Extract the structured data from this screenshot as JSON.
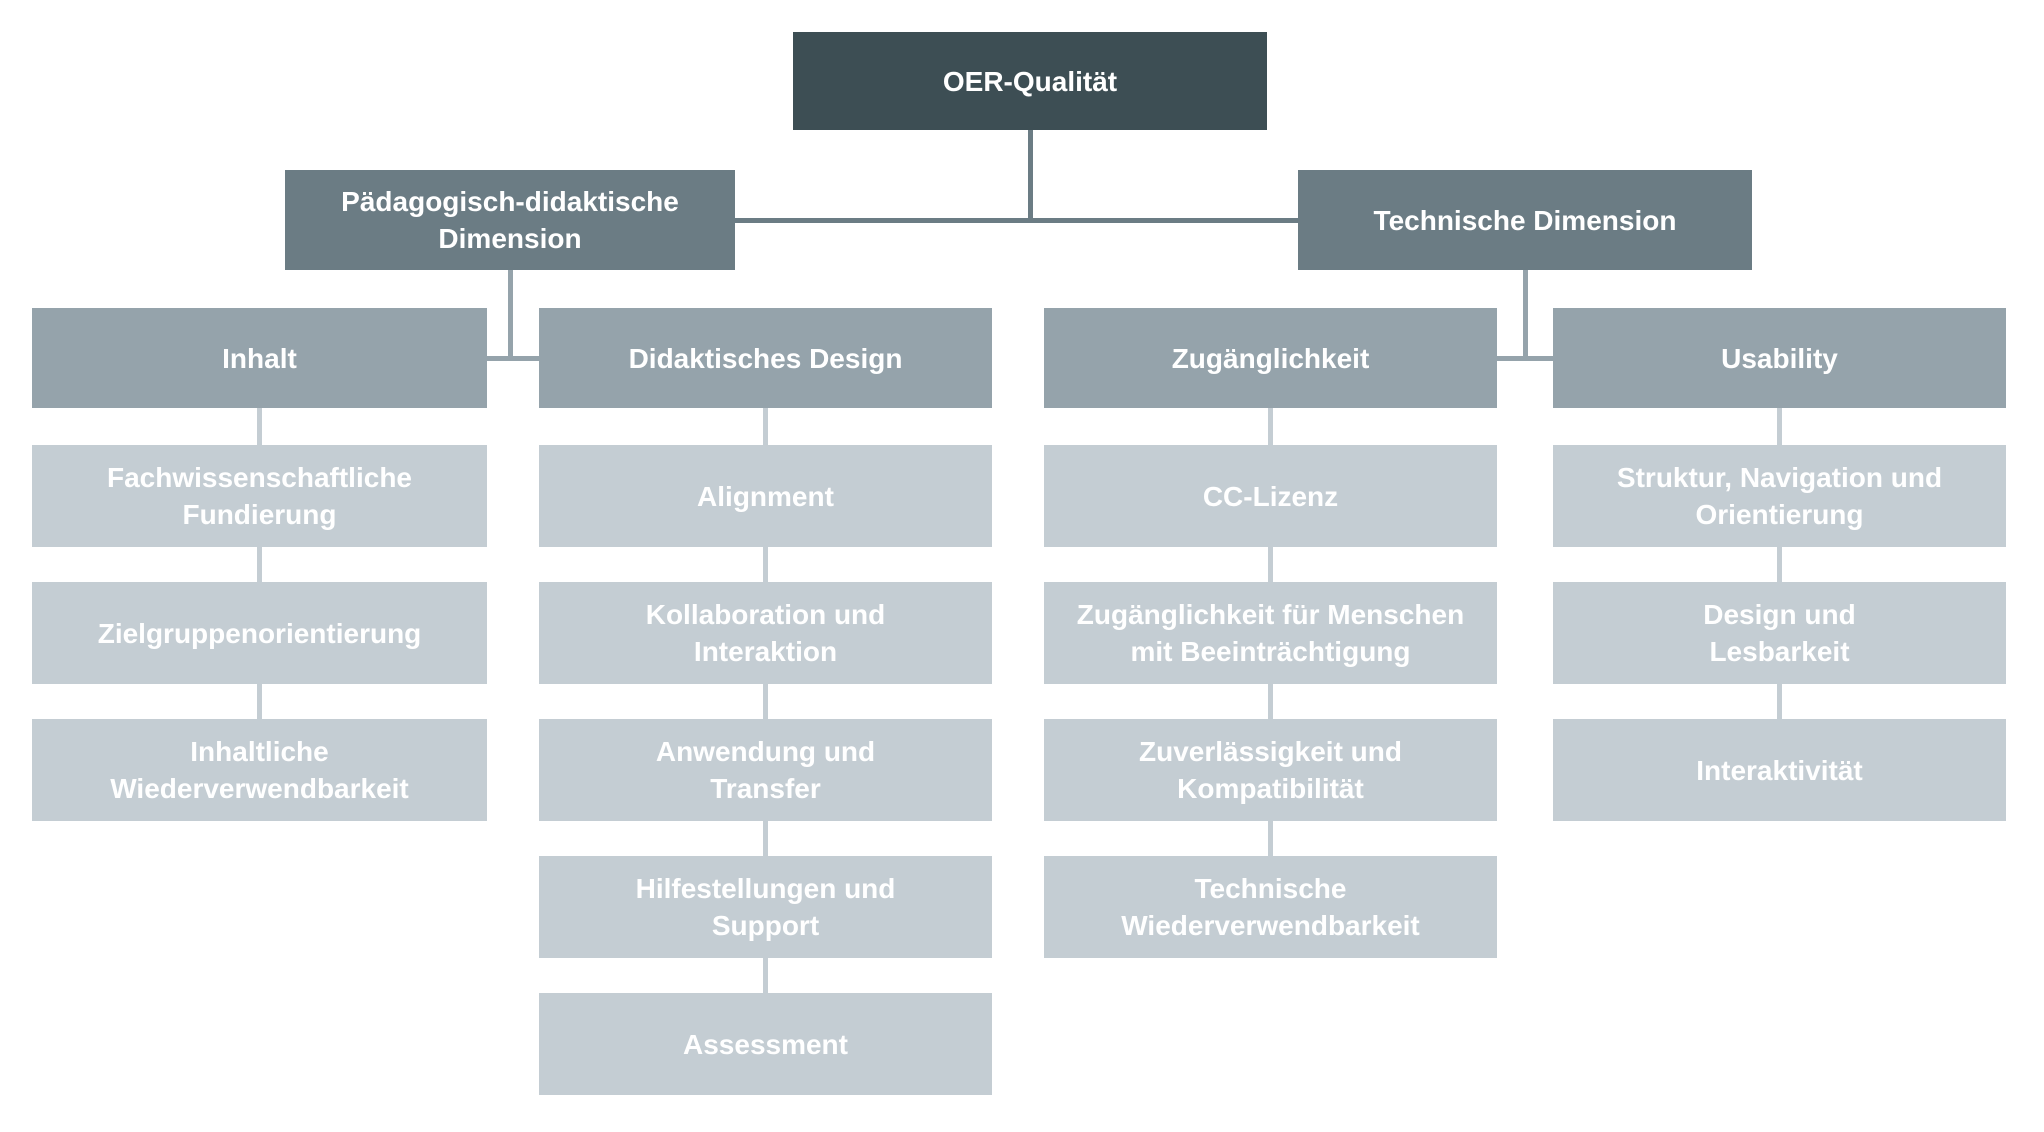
{
  "colors": {
    "level1_bg": "#3d4e54",
    "level2_bg": "#6b7c84",
    "level3_bg": "#95a3ab",
    "level4_bg": "#c4cdd3",
    "text_color": "#ffffff",
    "canvas_bg": "#ffffff"
  },
  "tree": {
    "root": {
      "label": "OER-Qualität"
    },
    "branches": [
      {
        "label": "Pädagogisch-didaktische\nDimension",
        "categories": [
          {
            "label": "Inhalt",
            "items": [
              "Fachwissenschaftliche\nFundierung",
              "Zielgruppenorientierung",
              "Inhaltliche\nWiederverwendbarkeit"
            ]
          },
          {
            "label": "Didaktisches Design",
            "items": [
              "Alignment",
              "Kollaboration und\nInteraktion",
              "Anwendung und\nTransfer",
              "Hilfestellungen und\nSupport",
              "Assessment"
            ]
          }
        ]
      },
      {
        "label": "Technische Dimension",
        "categories": [
          {
            "label": "Zugänglichkeit",
            "items": [
              "CC-Lizenz",
              "Zugänglichkeit für Menschen\nmit Beeinträchtigung",
              "Zuverlässigkeit und\nKompatibilität",
              "Technische\nWiederverwendbarkeit"
            ]
          },
          {
            "label": "Usability",
            "items": [
              "Struktur, Navigation und\nOrientierung",
              "Design und\nLesbarkeit",
              "Interaktivität"
            ]
          }
        ]
      }
    ]
  }
}
